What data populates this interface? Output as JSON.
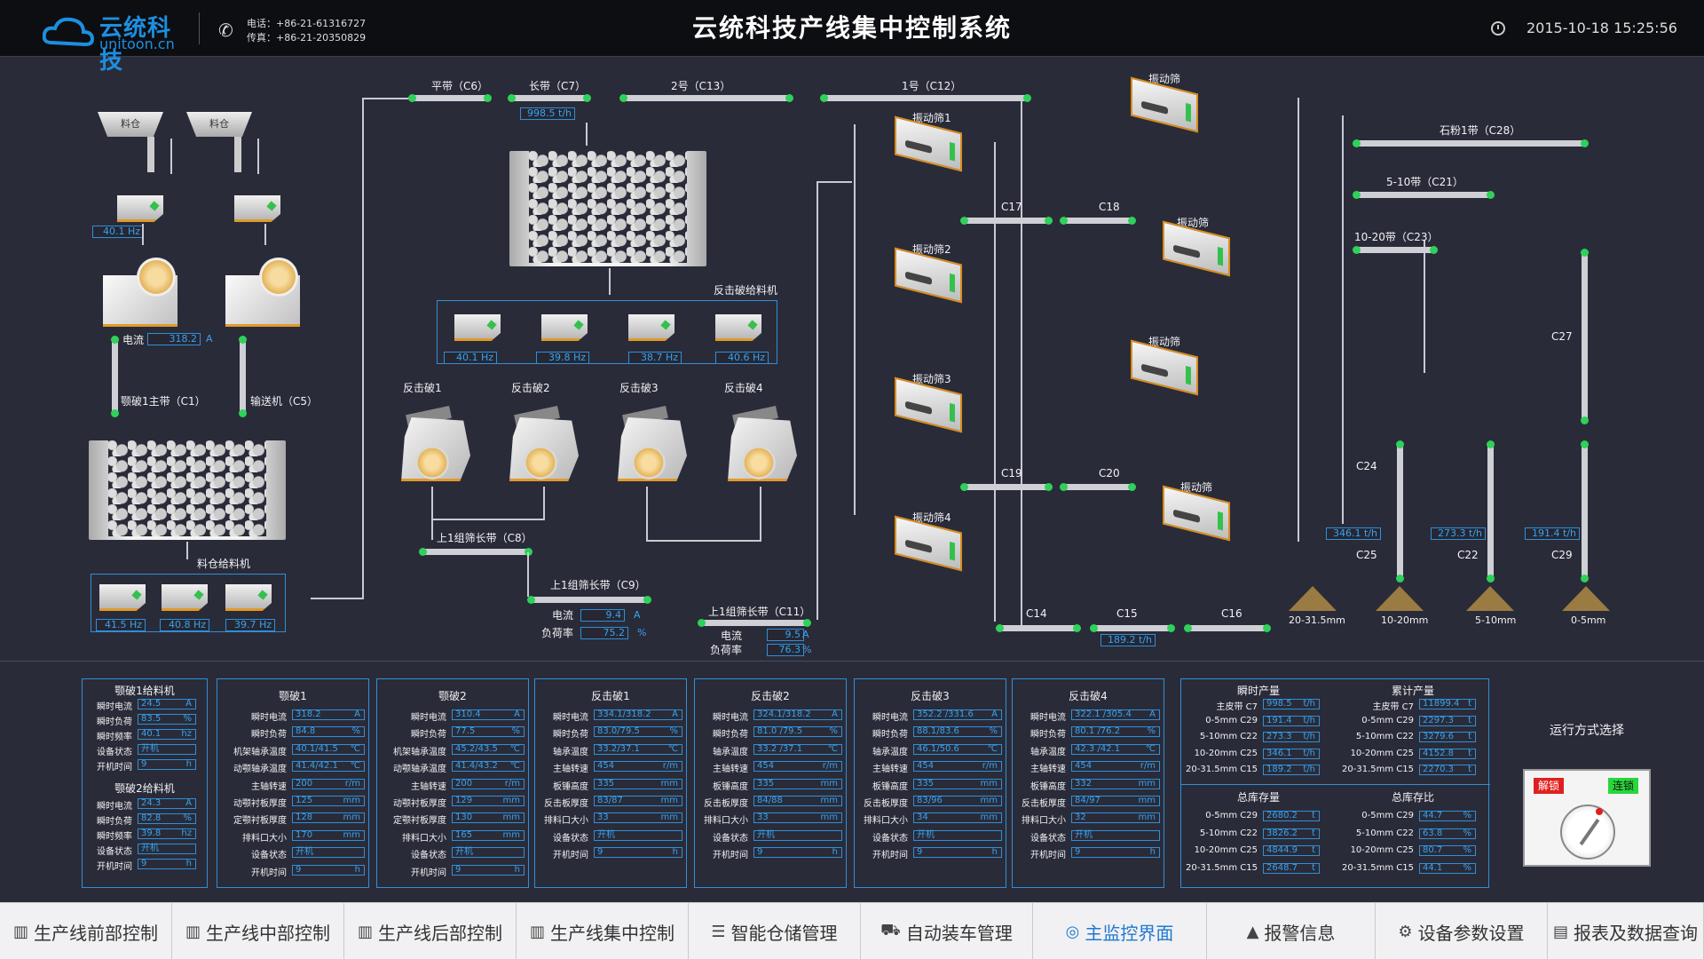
{
  "header": {
    "logo_cn": "云统科技",
    "logo_en": "unitoon.cn",
    "phone": "电话：+86-21-61316727",
    "fax": "传真：+86-21-20350829",
    "title": "云统科技产线集中控制系统",
    "datetime": "2015-10-18  15:25:56"
  },
  "diagram": {
    "hopper_label": "料仓",
    "feeder_jaw1_hz": "40.1  Hz",
    "feeder_jaw2_hz": "",
    "current_label": "电流",
    "jaw_current": "318.2",
    "unit_A": "A",
    "belt_c1": "颚破1主带（C1）",
    "belt_c5": "输送机（C5）",
    "belt_c6": "平带（C6）",
    "belt_c7": "长带（C7）",
    "belt_c13": "2号（C13）",
    "belt_c12": "1号（C12）",
    "c7_rate": "998.5 t/h",
    "impact_feeder_label": "反击破给料机",
    "impact_feeder_hz": [
      "40.1  Hz",
      "39.8  Hz",
      "38.7  Hz",
      "40.6  Hz"
    ],
    "impact_labels": [
      "反击破1",
      "反击破2",
      "反击破3",
      "反击破4"
    ],
    "silo_feeder_label": "料仓给料机",
    "silo_feeder_hz": [
      "41.5  Hz",
      "40.8  Hz",
      "39.7  Hz"
    ],
    "belt_c8": "上1组筛长带（C8）",
    "belt_c9": "上1组筛长带（C9）",
    "belt_c11": "上1组筛长带（C11）",
    "c9_current_label": "电流",
    "c9_current": "9.4",
    "c9_load_label": "负荷率",
    "c9_load": "75.2",
    "unit_pct": "%",
    "c11_current_label": "电流",
    "c11_current": "9.5",
    "c11_load_label": "负荷率",
    "c11_load": "76.3",
    "screen_labels": [
      "振动筛1",
      "振动筛2",
      "振动筛3",
      "振动筛4"
    ],
    "vib_label": "振动筛",
    "c17": "C17",
    "c18": "C18",
    "c19": "C19",
    "c20": "C20",
    "c14": "C14",
    "c15": "C15",
    "c16": "C16",
    "c15_rate": "189.2  t/h",
    "belt_c28": "石粉1带（C28）",
    "belt_c21": "5-10带（C21）",
    "belt_c23": "10-20带（C23）",
    "c27": "C27",
    "c24": "C24",
    "c25": "C25",
    "c22": "C22",
    "c29": "C29",
    "c25_rate": "346.1  t/h",
    "c22_rate": "273.3  t/h",
    "c29_rate": "191.4  t/h",
    "piles": [
      "20-31.5mm",
      "10-20mm",
      "5-10mm",
      "0-5mm"
    ]
  },
  "panels": {
    "jawfeed": {
      "title1": "颚破1给料机",
      "title2": "颚破2给料机",
      "rows1": [
        [
          "瞬时电流",
          "24.5",
          "A"
        ],
        [
          "瞬时负荷",
          "83.5",
          "%"
        ],
        [
          "瞬时频率",
          "40.1",
          "hz"
        ],
        [
          "设备状态",
          "开机",
          ""
        ],
        [
          "开机时间",
          "9",
          "h"
        ]
      ],
      "rows2": [
        [
          "瞬时电流",
          "24.3",
          "A"
        ],
        [
          "瞬时负荷",
          "82.8",
          "%"
        ],
        [
          "瞬时频率",
          "39.8",
          "hz"
        ],
        [
          "设备状态",
          "开机",
          ""
        ],
        [
          "开机时间",
          "9",
          "h"
        ]
      ]
    },
    "jaw": [
      {
        "title": "颚破1",
        "rows": [
          [
            "瞬时电流",
            "318.2",
            "A"
          ],
          [
            "瞬时负荷",
            "84.8",
            "%"
          ],
          [
            "机架轴承温度",
            "40.1/41.5",
            "℃"
          ],
          [
            "动颚轴承温度",
            "41.4/42.1",
            "℃"
          ],
          [
            "主轴转速",
            "200",
            "r/m"
          ],
          [
            "动颚衬板厚度",
            "125",
            "mm"
          ],
          [
            "定颚衬板厚度",
            "128",
            "mm"
          ],
          [
            "排料口大小",
            "170",
            "mm"
          ],
          [
            "设备状态",
            "开机",
            ""
          ],
          [
            "开机时间",
            "9",
            "h"
          ]
        ]
      },
      {
        "title": "颚破2",
        "rows": [
          [
            "瞬时电流",
            "310.4",
            "A"
          ],
          [
            "瞬时负荷",
            "77.5",
            "%"
          ],
          [
            "机架轴承温度",
            "45.2/43.5",
            "℃"
          ],
          [
            "动颚轴承温度",
            "41.4/43.2",
            "℃"
          ],
          [
            "主轴转速",
            "200",
            "r/m"
          ],
          [
            "动颚衬板厚度",
            "129",
            "mm"
          ],
          [
            "定颚衬板厚度",
            "130",
            "mm"
          ],
          [
            "排料口大小",
            "165",
            "mm"
          ],
          [
            "设备状态",
            "开机",
            ""
          ],
          [
            "开机时间",
            "9",
            "h"
          ]
        ]
      }
    ],
    "impact": [
      {
        "title": "反击破1",
        "rows": [
          [
            "瞬时电流",
            "334.1/318.2",
            "A"
          ],
          [
            "瞬时负荷",
            "83.0/79.5",
            "%"
          ],
          [
            "轴承温度",
            "33.2/37.1",
            "℃"
          ],
          [
            "主轴转速",
            "454",
            "r/m"
          ],
          [
            "板锤高度",
            "335",
            "mm"
          ],
          [
            "反击板厚度",
            "83/87",
            "mm"
          ],
          [
            "排料口大小",
            "33",
            "mm"
          ],
          [
            "设备状态",
            "开机",
            ""
          ],
          [
            "开机时间",
            "9",
            "h"
          ]
        ]
      },
      {
        "title": "反击破2",
        "rows": [
          [
            "瞬时电流",
            "324.1/318.2",
            "A"
          ],
          [
            "瞬时负荷",
            "81.0 /79.5",
            "%"
          ],
          [
            "轴承温度",
            "33.2 /37.1",
            "℃"
          ],
          [
            "主轴转速",
            "454",
            "r/m"
          ],
          [
            "板锤高度",
            "335",
            "mm"
          ],
          [
            "反击板厚度",
            "84/88",
            "mm"
          ],
          [
            "排料口大小",
            "33",
            "mm"
          ],
          [
            "设备状态",
            "开机",
            ""
          ],
          [
            "开机时间",
            "9",
            "h"
          ]
        ]
      },
      {
        "title": "反击破3",
        "rows": [
          [
            "瞬时电流",
            "352.2 /331.6",
            "A"
          ],
          [
            "瞬时负荷",
            "88.1/83.6",
            "%"
          ],
          [
            "轴承温度",
            "46.1/50.6",
            "℃"
          ],
          [
            "主轴转速",
            "454",
            "r/m"
          ],
          [
            "板锤高度",
            "335",
            "mm"
          ],
          [
            "反击板厚度",
            "83/96",
            "mm"
          ],
          [
            "排料口大小",
            "34",
            "mm"
          ],
          [
            "设备状态",
            "开机",
            ""
          ],
          [
            "开机时间",
            "9",
            "h"
          ]
        ]
      },
      {
        "title": "反击破4",
        "rows": [
          [
            "瞬时电流",
            "322.1 /305.4",
            "A"
          ],
          [
            "瞬时负荷",
            "80.1 /76.2",
            "%"
          ],
          [
            "轴承温度",
            "42.3 /42.1",
            "℃"
          ],
          [
            "主轴转速",
            "454",
            "r/m"
          ],
          [
            "板锤高度",
            "332",
            "mm"
          ],
          [
            "反击板厚度",
            "84/97",
            "mm"
          ],
          [
            "排料口大小",
            "32",
            "mm"
          ],
          [
            "设备状态",
            "开机",
            ""
          ],
          [
            "开机时间",
            "9",
            "h"
          ]
        ]
      }
    ],
    "prod": {
      "t1": "瞬时产量",
      "t2": "累计产量",
      "t3": "总库存量",
      "t4": "总库存比",
      "inst": [
        [
          "主皮带 C7",
          "998.5",
          "t/h"
        ],
        [
          "0-5mm C29",
          "191.4",
          "t/h"
        ],
        [
          "5-10mm C22",
          "273.3",
          "t/h"
        ],
        [
          "10-20mm C25",
          "346.1",
          "t/h"
        ],
        [
          "20-31.5mm C15",
          "189.2",
          "t/h"
        ]
      ],
      "cum": [
        [
          "主皮带 C7",
          "11899.4",
          "t"
        ],
        [
          "0-5mm C29",
          "2297.3",
          "t"
        ],
        [
          "5-10mm C22",
          "3279.6",
          "t"
        ],
        [
          "10-20mm C25",
          "4152.8",
          "t"
        ],
        [
          "20-31.5mm C15",
          "2270.3",
          "t"
        ]
      ],
      "stock": [
        [
          "0-5mm C29",
          "2680.2",
          "t"
        ],
        [
          "5-10mm C22",
          "3826.2",
          "t"
        ],
        [
          "10-20mm C25",
          "4844.9",
          "t"
        ],
        [
          "20-31.5mm C15",
          "2648.7",
          "t"
        ]
      ],
      "ratio": [
        [
          "0-5mm C29",
          "44.7",
          "%"
        ],
        [
          "5-10mm C22",
          "63.8",
          "%"
        ],
        [
          "10-20mm C25",
          "80.7",
          "%"
        ],
        [
          "20-31.5mm C15",
          "44.1",
          "%"
        ]
      ]
    }
  },
  "mode": {
    "title": "运行方式选择",
    "unlock": "解锁",
    "link": "连锁"
  },
  "nav": [
    {
      "label": "生产线前部控制",
      "icon": "bar-chart-icon"
    },
    {
      "label": "生产线中部控制",
      "icon": "bar-chart-icon"
    },
    {
      "label": "生产线后部控制",
      "icon": "bar-chart-icon"
    },
    {
      "label": "生产线集中控制",
      "icon": "bar-chart-icon"
    },
    {
      "label": "智能仓储管理",
      "icon": "list-icon"
    },
    {
      "label": "自动装车管理",
      "icon": "truck-icon"
    },
    {
      "label": "主监控界面",
      "icon": "monitor-icon",
      "active": true
    },
    {
      "label": "报警信息",
      "icon": "warning-icon"
    },
    {
      "label": "设备参数设置",
      "icon": "gear-icon"
    },
    {
      "label": "报表及数据查询",
      "icon": "report-icon"
    }
  ]
}
